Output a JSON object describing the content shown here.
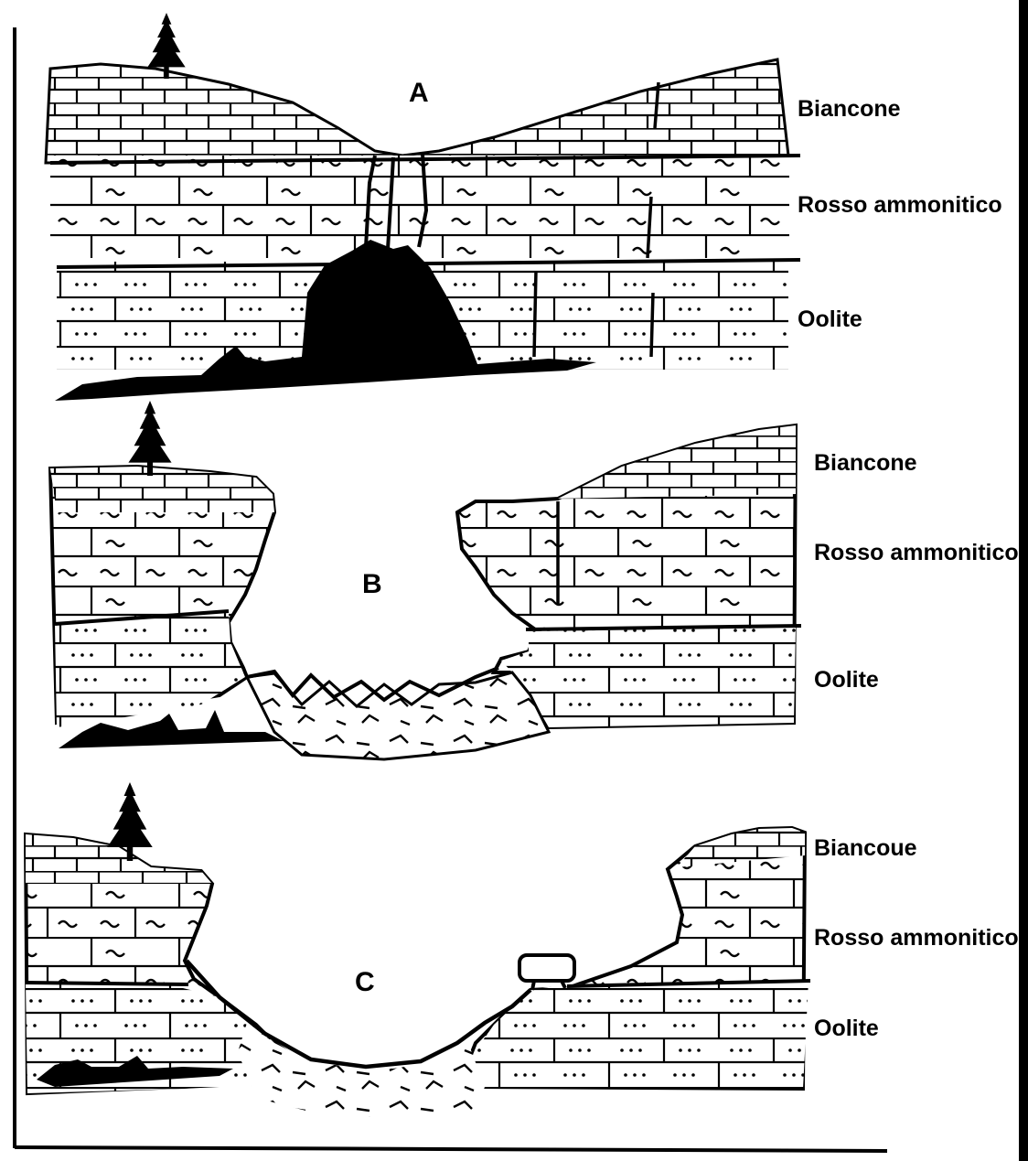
{
  "panels": [
    {
      "letter": "A",
      "layers": [
        "Biancone",
        "Rosso ammonitico",
        "Oolite"
      ]
    },
    {
      "letter": "B",
      "layers": [
        "Biancone",
        "Rosso ammonitico",
        "Oolite"
      ]
    },
    {
      "letter": "C",
      "layers": [
        "Biancoue",
        "Rosso ammonitico",
        "Oolite"
      ]
    }
  ],
  "colors": {
    "ink": "#000000",
    "paper": "#ffffff"
  },
  "icons": [
    "tree-icon"
  ]
}
